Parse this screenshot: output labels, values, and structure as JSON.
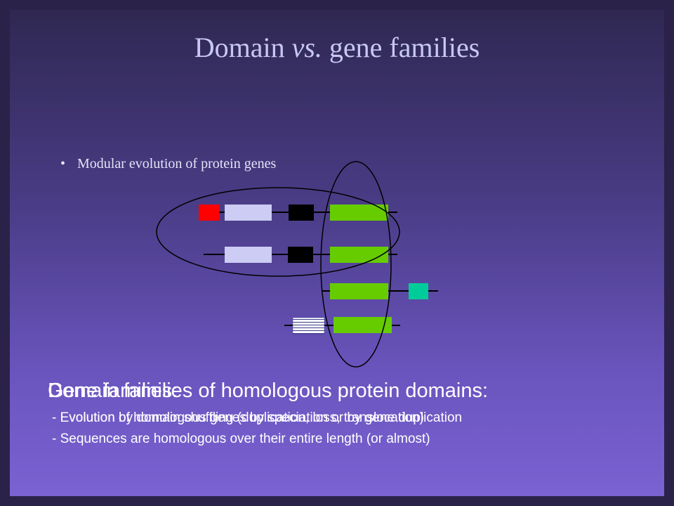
{
  "slide": {
    "title_prefix": "Domain ",
    "title_italic": "vs.",
    "title_suffix": " gene families",
    "bullet": "Modular evolution of protein genes"
  },
  "overlay_text": {
    "heading_a": "Gene families:",
    "heading_b": "Domain families",
    "heading_b_suffix": " of homologous protein domains:",
    "line1_a": "- Evolution of homologous genes by speciation or by gene duplication",
    "line1_b": "- Evolution by domain shuffling (duplication, loss, translocation)",
    "line2": "- Sequences are homologous over their entire length (or almost)"
  },
  "colors": {
    "red_domain": "#ff0000",
    "lavender_domain": "#ccccf4",
    "black_domain": "#000000",
    "green_domain": "#66cc00",
    "teal_domain": "#00cc99",
    "striped_domain": "#ffffff"
  }
}
